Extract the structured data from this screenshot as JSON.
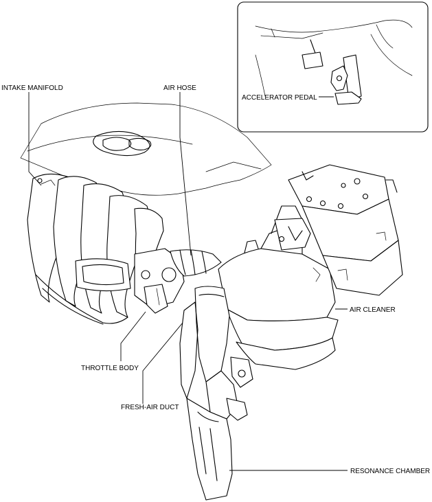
{
  "labels": {
    "intake_manifold": "INTAKE MANIFOLD",
    "air_hose": "AIR HOSE",
    "accelerator_pedal": "ACCELERATOR PEDAL",
    "air_cleaner": "AIR CLEANER",
    "throttle_body": "THROTTLE BODY",
    "fresh_air_duct": "FRESH-AIR DUCT",
    "resonance_chamber": "RESONANCE CHAMBER"
  }
}
